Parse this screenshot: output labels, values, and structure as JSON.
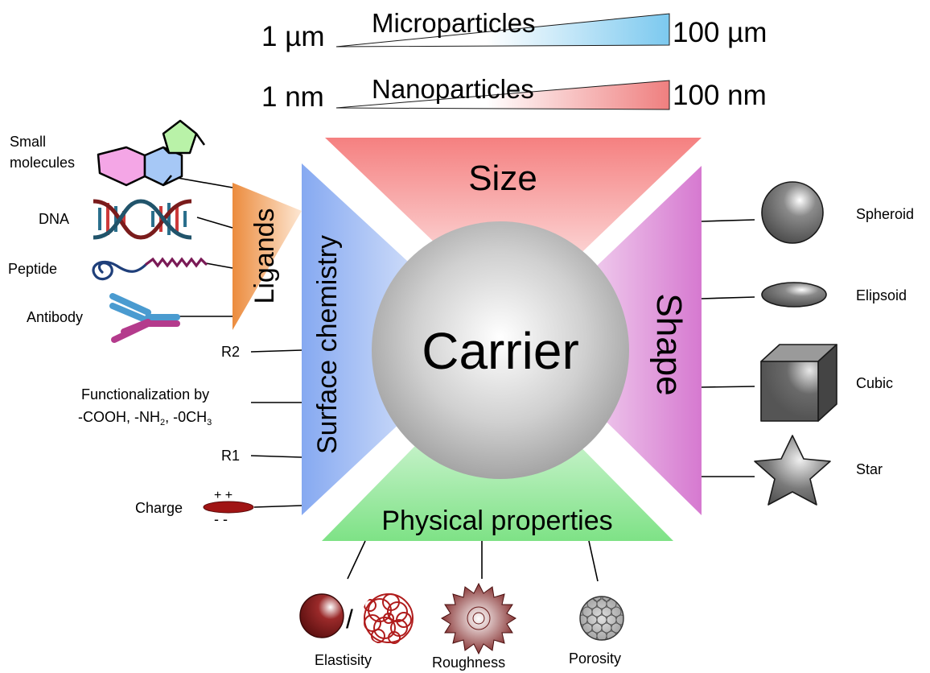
{
  "scale": {
    "micro": {
      "min": "1 µm",
      "label": "Microparticles",
      "max": "100 µm"
    },
    "nano": {
      "min": "1 nm",
      "label": "Nanoparticles",
      "max": "100 nm"
    }
  },
  "center_label": "Carrier",
  "sectors": {
    "size": "Size",
    "shape": "Shape",
    "surface": "Surface chemistry",
    "physical": "Physical properties",
    "ligands": "Ligands"
  },
  "ligands": {
    "small_molecules_line1": "Small",
    "small_molecules_line2": "molecules",
    "dna": "DNA",
    "peptide": "Peptide",
    "antibody": "Antibody"
  },
  "surface": {
    "r2": "R2",
    "functionalization_line1": "Functionalization by",
    "functionalization_line2_parts": [
      "-COOH, -NH",
      "2",
      ", -0CH",
      "3"
    ],
    "r1": "R1",
    "charge": "Charge",
    "charge_plus": "+ +",
    "charge_minus": "-  -"
  },
  "shapes": {
    "spheroid": "Spheroid",
    "elipsoid": "Elipsoid",
    "cubic": "Cubic",
    "star": "Star"
  },
  "physical": {
    "elasticity": "Elastisity",
    "elasticity_separator": "/",
    "roughness": "Roughness",
    "porosity": "Porosity"
  },
  "colors": {
    "size": "#f47f7f",
    "shape": "#d983d4",
    "surface": "#8faef2",
    "physical": "#86e48c",
    "ligands": "#ee9648",
    "micro_wedge": "#8ccff0",
    "nano_wedge": "#ee8585",
    "carrier": "#a8a8a8",
    "dark_red": "#8b1a1a"
  },
  "icons": {
    "small_molecules": "molecule-structure-icon",
    "dna": "dna-helix-icon",
    "peptide": "peptide-chain-icon",
    "antibody": "antibody-icon",
    "charge": "charged-particle-icon",
    "spheroid": "sphere-icon",
    "elipsoid": "ellipsoid-icon",
    "cubic": "cube-icon",
    "star": "star-icon",
    "elasticity": "elastic-sphere-icon",
    "roughness": "rough-particle-icon",
    "porosity": "porous-sphere-icon"
  }
}
